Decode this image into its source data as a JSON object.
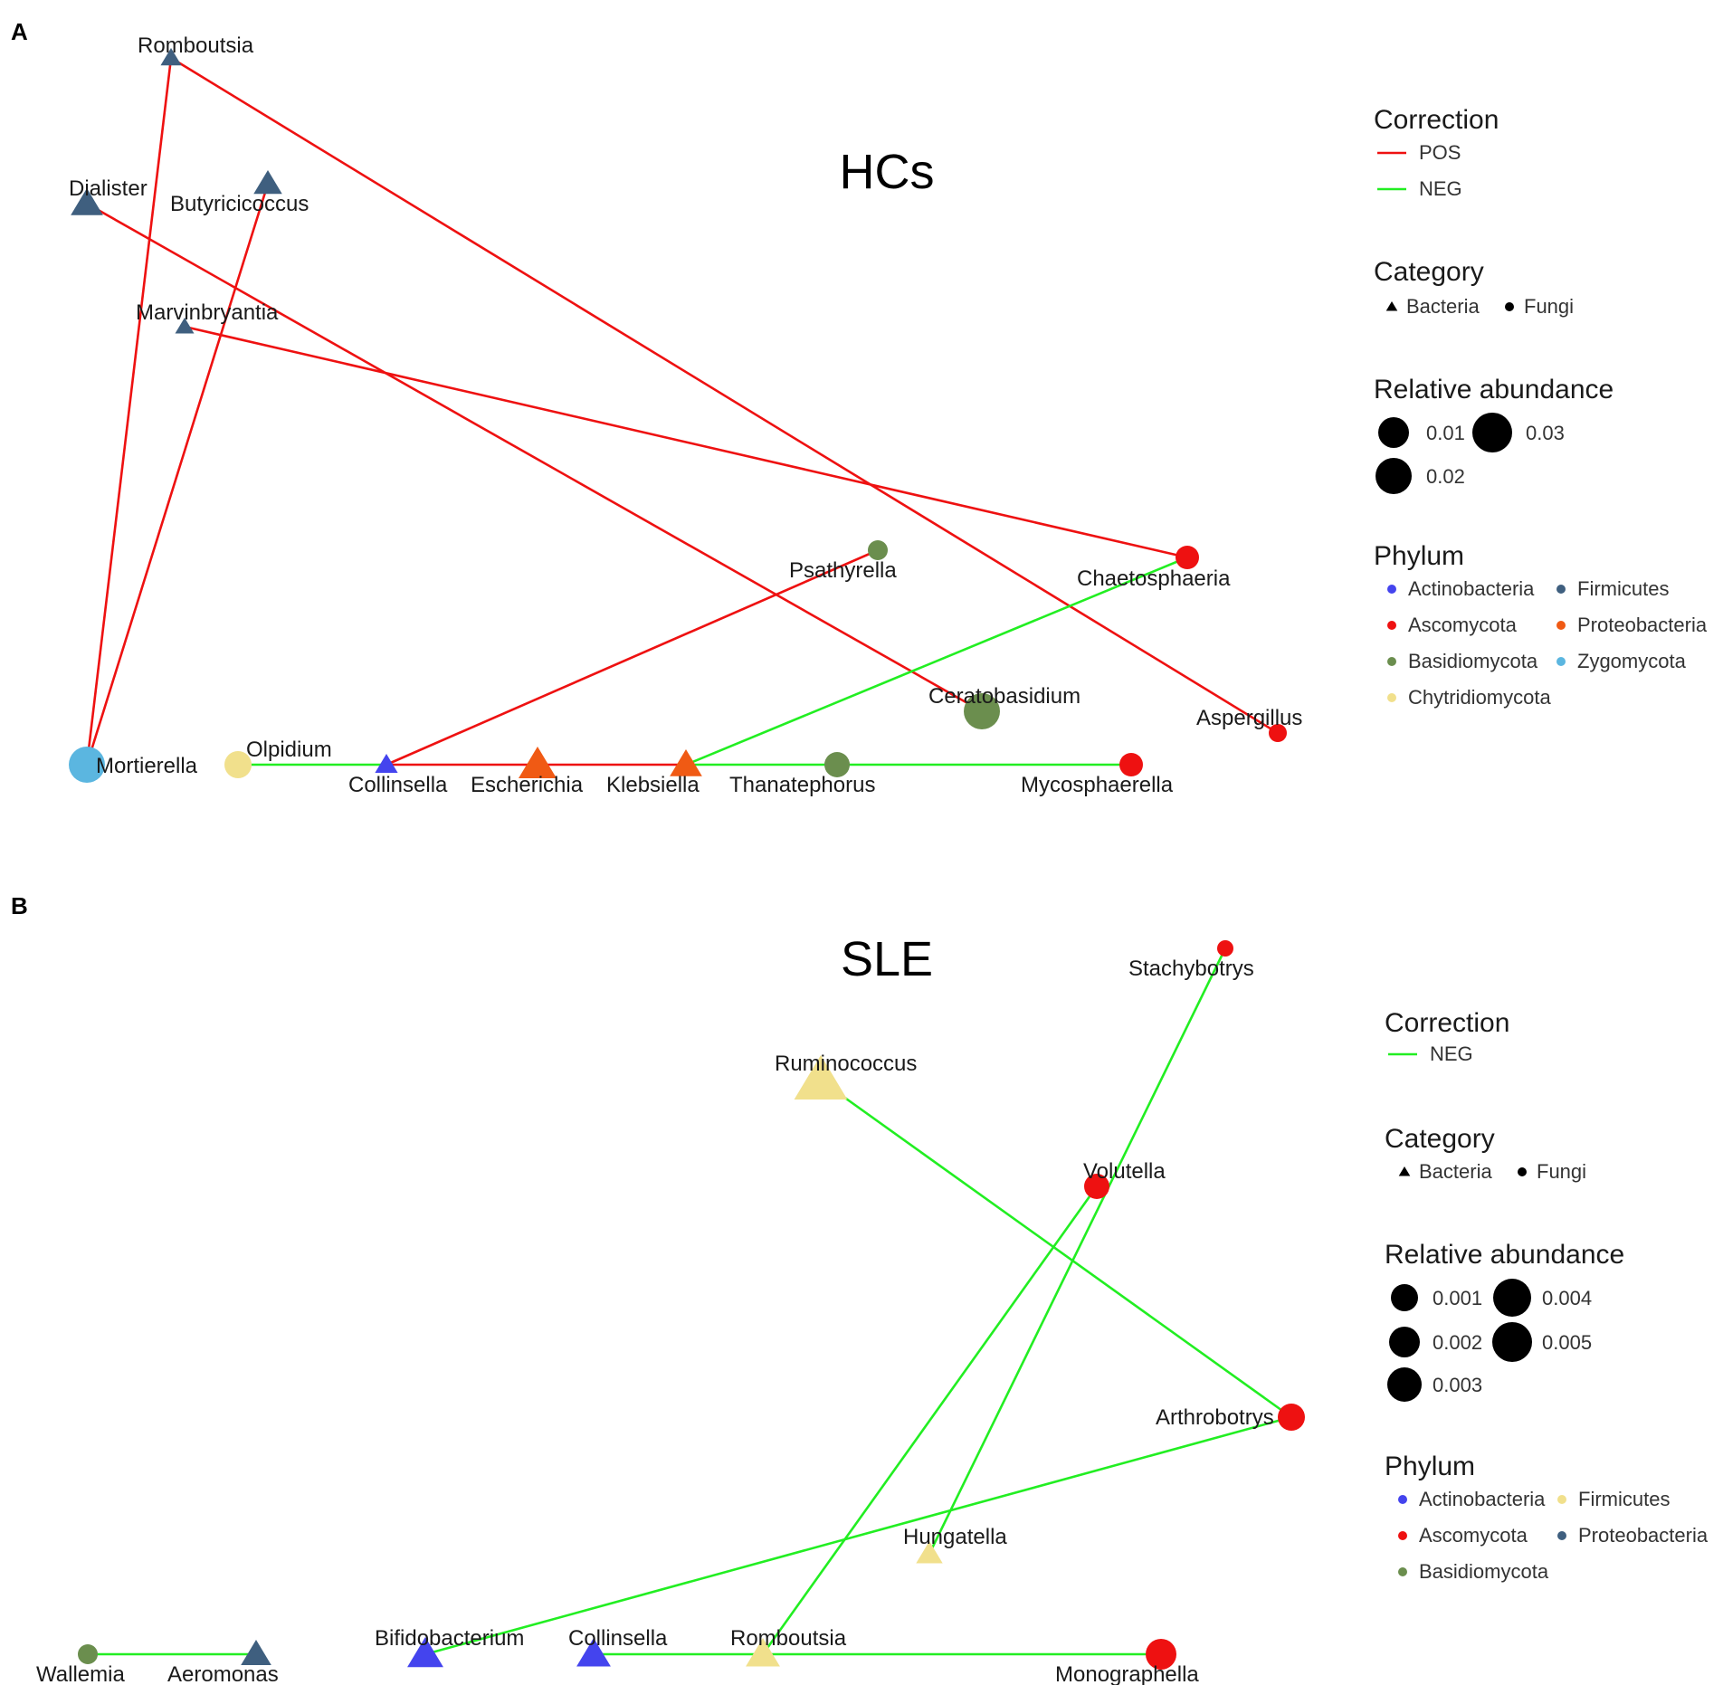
{
  "panels": [
    {
      "letter": "A",
      "title": "HCs",
      "nodes": [
        {
          "id": "Romboutsia",
          "label": "Romboutsia",
          "shape": "triangle",
          "color": "#3f5f7f"
        },
        {
          "id": "Dialister",
          "label": "Dialister",
          "shape": "triangle",
          "color": "#3f5f7f"
        },
        {
          "id": "Butyricicoccus",
          "label": "Butyricicoccus",
          "shape": "triangle",
          "color": "#3f5f7f"
        },
        {
          "id": "Marvinbryantia",
          "label": "Marvinbryantia",
          "shape": "triangle",
          "color": "#3f5f7f"
        },
        {
          "id": "Psathyrella",
          "label": "Psathyrella",
          "shape": "circle",
          "color": "#6b8e4e"
        },
        {
          "id": "Chaetosphaeria",
          "label": "Chaetosphaeria",
          "shape": "circle",
          "color": "#ee1111"
        },
        {
          "id": "Ceratobasidium",
          "label": "Ceratobasidium",
          "shape": "circle",
          "color": "#6b8e4e"
        },
        {
          "id": "Aspergillus",
          "label": "Aspergillus",
          "shape": "circle",
          "color": "#ee1111"
        },
        {
          "id": "Mortierella",
          "label": "Mortierella",
          "shape": "circle",
          "color": "#5bb6e0"
        },
        {
          "id": "Olpidium",
          "label": "Olpidium",
          "shape": "circle",
          "color": "#f1e08c"
        },
        {
          "id": "Collinsella",
          "label": "Collinsella",
          "shape": "triangle",
          "color": "#4444ee"
        },
        {
          "id": "Escherichia",
          "label": "Escherichia",
          "shape": "triangle",
          "color": "#f05a14"
        },
        {
          "id": "Klebsiella",
          "label": "Klebsiella",
          "shape": "triangle",
          "color": "#f05a14"
        },
        {
          "id": "Thanatephorus",
          "label": "Thanatephorus",
          "shape": "circle",
          "color": "#6b8e4e"
        },
        {
          "id": "Mycosphaerella",
          "label": "Mycosphaerella",
          "shape": "circle",
          "color": "#ee1111"
        }
      ],
      "edges": [
        {
          "source": "Romboutsia",
          "target": "Mortierella",
          "type": "POS"
        },
        {
          "source": "Romboutsia",
          "target": "Aspergillus",
          "type": "POS"
        },
        {
          "source": "Dialister",
          "target": "Ceratobasidium",
          "type": "POS"
        },
        {
          "source": "Butyricicoccus",
          "target": "Mortierella",
          "type": "POS"
        },
        {
          "source": "Marvinbryantia",
          "target": "Chaetosphaeria",
          "type": "POS"
        },
        {
          "source": "Collinsella",
          "target": "Psathyrella",
          "type": "POS"
        },
        {
          "source": "Collinsella",
          "target": "Klebsiella",
          "type": "POS"
        },
        {
          "source": "Klebsiella",
          "target": "Chaetosphaeria",
          "type": "NEG"
        },
        {
          "source": "Olpidium",
          "target": "Collinsella",
          "type": "NEG"
        },
        {
          "source": "Klebsiella",
          "target": "Mycosphaerella",
          "type": "NEG"
        }
      ],
      "legend": {
        "correction_title": "Correction",
        "correction_items": [
          {
            "label": "POS",
            "color": "#ee1111"
          },
          {
            "label": "NEG",
            "color": "#22ee22"
          }
        ],
        "category_title": "Category",
        "category_items": [
          "Bacteria",
          "Fungi"
        ],
        "abundance_title": "Relative abundance",
        "abundance_items": [
          "0.01",
          "0.02",
          "0.03"
        ],
        "phylum_title": "Phylum",
        "phylum_items": [
          {
            "label": "Actinobacteria",
            "color": "#4444ee"
          },
          {
            "label": "Ascomycota",
            "color": "#ee1111"
          },
          {
            "label": "Basidiomycota",
            "color": "#6b8e4e"
          },
          {
            "label": "Chytridiomycota",
            "color": "#f1e08c"
          },
          {
            "label": "Firmicutes",
            "color": "#3f5f7f"
          },
          {
            "label": "Proteobacteria",
            "color": "#f05a14"
          },
          {
            "label": "Zygomycota",
            "color": "#5bb6e0"
          }
        ]
      }
    },
    {
      "letter": "B",
      "title": "SLE",
      "nodes": [
        {
          "id": "Stachybotrys",
          "label": "Stachybotrys",
          "shape": "circle",
          "color": "#ee1111"
        },
        {
          "id": "Ruminococcus",
          "label": "Ruminococcus",
          "shape": "triangle",
          "color": "#f1e08c"
        },
        {
          "id": "Volutella",
          "label": "Volutella",
          "shape": "circle",
          "color": "#ee1111"
        },
        {
          "id": "Arthrobotrys",
          "label": "Arthrobotrys",
          "shape": "circle",
          "color": "#ee1111"
        },
        {
          "id": "Hungatella",
          "label": "Hungatella",
          "shape": "triangle",
          "color": "#f1e08c"
        },
        {
          "id": "Wallemia",
          "label": "Wallemia",
          "shape": "circle",
          "color": "#6b8e4e"
        },
        {
          "id": "Aeromonas",
          "label": "Aeromonas",
          "shape": "triangle",
          "color": "#3f5f7f"
        },
        {
          "id": "Bifidobacterium",
          "label": "Bifidobacterium",
          "shape": "triangle",
          "color": "#4444ee"
        },
        {
          "id": "Collinsella",
          "label": "Collinsella",
          "shape": "triangle",
          "color": "#4444ee"
        },
        {
          "id": "Romboutsia",
          "label": "Romboutsia",
          "shape": "triangle",
          "color": "#f1e08c"
        },
        {
          "id": "Monographella",
          "label": "Monographella",
          "shape": "circle",
          "color": "#ee1111"
        }
      ],
      "edges": [
        {
          "source": "Stachybotrys",
          "target": "Hungatella",
          "type": "NEG"
        },
        {
          "source": "Ruminococcus",
          "target": "Arthrobotrys",
          "type": "NEG"
        },
        {
          "source": "Volutella",
          "target": "Romboutsia",
          "type": "NEG"
        },
        {
          "source": "Arthrobotrys",
          "target": "Bifidobacterium",
          "type": "NEG"
        },
        {
          "source": "Wallemia",
          "target": "Aeromonas",
          "type": "NEG"
        },
        {
          "source": "Collinsella",
          "target": "Monographella",
          "type": "NEG"
        }
      ],
      "legend": {
        "correction_title": "Correction",
        "correction_items": [
          {
            "label": "NEG",
            "color": "#22ee22"
          }
        ],
        "category_title": "Category",
        "category_items": [
          "Bacteria",
          "Fungi"
        ],
        "abundance_title": "Relative abundance",
        "abundance_items": [
          "0.001",
          "0.002",
          "0.003",
          "0.004",
          "0.005"
        ],
        "phylum_title": "Phylum",
        "phylum_items": [
          {
            "label": "Actinobacteria",
            "color": "#4444ee"
          },
          {
            "label": "Ascomycota",
            "color": "#ee1111"
          },
          {
            "label": "Basidiomycota",
            "color": "#6b8e4e"
          },
          {
            "label": "Firmicutes",
            "color": "#f1e08c"
          },
          {
            "label": "Proteobacteria",
            "color": "#3f5f7f"
          }
        ]
      }
    }
  ]
}
